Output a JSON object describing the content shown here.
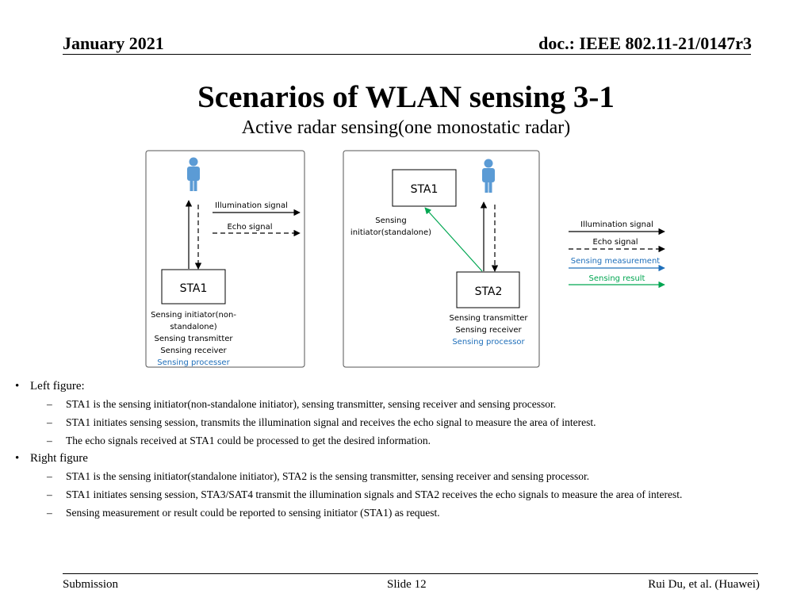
{
  "header": {
    "date": "January 2021",
    "doc": "doc.: IEEE 802.11-21/0147r3"
  },
  "title": "Scenarios of WLAN sensing 3-1",
  "subtitle": "Active radar sensing(one monostatic radar)",
  "diagram": {
    "left": {
      "illumination_label": "Illumination signal",
      "echo_label": "Echo signal",
      "station": "STA1",
      "roles": [
        "Sensing initiator(non-",
        "standalone)",
        "Sensing transmitter",
        "Sensing receiver"
      ],
      "processor": "Sensing processer"
    },
    "right": {
      "sta1": "STA1",
      "initiator_lines": [
        "Sensing",
        "initiator(standalone)"
      ],
      "sta2": "STA2",
      "roles": [
        "Sensing transmitter",
        "Sensing receiver"
      ],
      "processor": "Sensing processor"
    },
    "legend": {
      "illumination": "Illumination signal",
      "echo": "Echo signal",
      "measurement": "Sensing measurement",
      "result": "Sensing result"
    },
    "colors": {
      "blue": "#1f6fba",
      "green": "#00a651",
      "person": "#5b9bd5"
    }
  },
  "bullets": [
    {
      "text": "Left figure:",
      "sub": [
        "STA1 is the sensing initiator(non-standalone initiator), sensing transmitter, sensing receiver and sensing processor.",
        "STA1 initiates sensing session, transmits the illumination signal and receives the echo signal to measure the area of interest.",
        "The echo signals received at STA1 could be processed to get the desired information."
      ]
    },
    {
      "text": "Right figure",
      "sub": [
        "STA1 is the sensing initiator(standalone initiator), STA2 is the sensing transmitter, sensing receiver and sensing processor.",
        "STA1 initiates sensing session, STA3/SAT4 transmit the illumination signals and STA2 receives the echo signals to measure the area of interest.",
        "Sensing measurement or result could be reported to sensing initiator (STA1) as request."
      ]
    }
  ],
  "footer": {
    "left": "Submission",
    "center": "Slide 12",
    "right": "Rui Du, et al. (Huawei)"
  }
}
